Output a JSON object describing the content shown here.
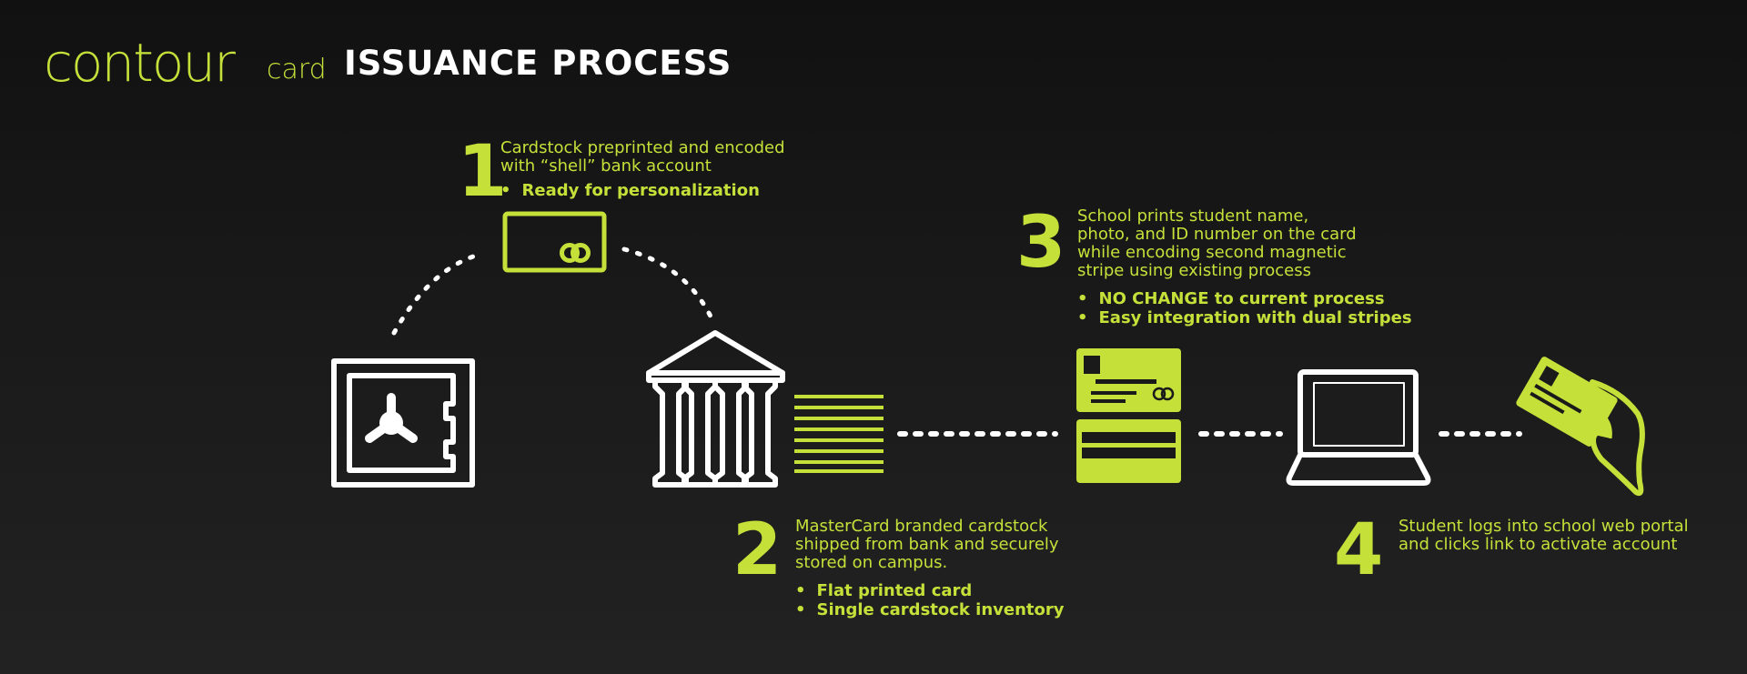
{
  "header": {
    "brand_main": "contour",
    "brand_sub": "card",
    "title": "ISSUANCE PROCESS"
  },
  "steps": [
    {
      "number": "1",
      "description": [
        "Cardstock preprinted and encoded",
        "with “shell” bank account"
      ],
      "bullets": [
        "Ready for personalization"
      ]
    },
    {
      "number": "2",
      "description": [
        "MasterCard branded cardstock",
        "shipped from bank and securely",
        "stored on campus."
      ],
      "bullets": [
        "Flat printed card",
        "Single cardstock inventory"
      ]
    },
    {
      "number": "3",
      "description": [
        "School prints student name,",
        "photo, and ID number on the card",
        "while encoding second magnetic",
        "stripe using existing process"
      ],
      "bullets": [
        "NO CHANGE to current process",
        "Easy integration with dual stripes"
      ]
    },
    {
      "number": "4",
      "description": [
        "Student logs into school web portal",
        "and clicks link to activate account"
      ],
      "bullets": []
    }
  ],
  "colors": {
    "accent": "#c6e03a",
    "outline": "#ffffff",
    "background": "#1a1a1a"
  },
  "icons": [
    "vault-icon",
    "card-icon",
    "bank-icon",
    "card-stack-icon",
    "printed-id-card-icon",
    "magstripe-card-icon",
    "laptop-icon",
    "hand-card-icon"
  ]
}
